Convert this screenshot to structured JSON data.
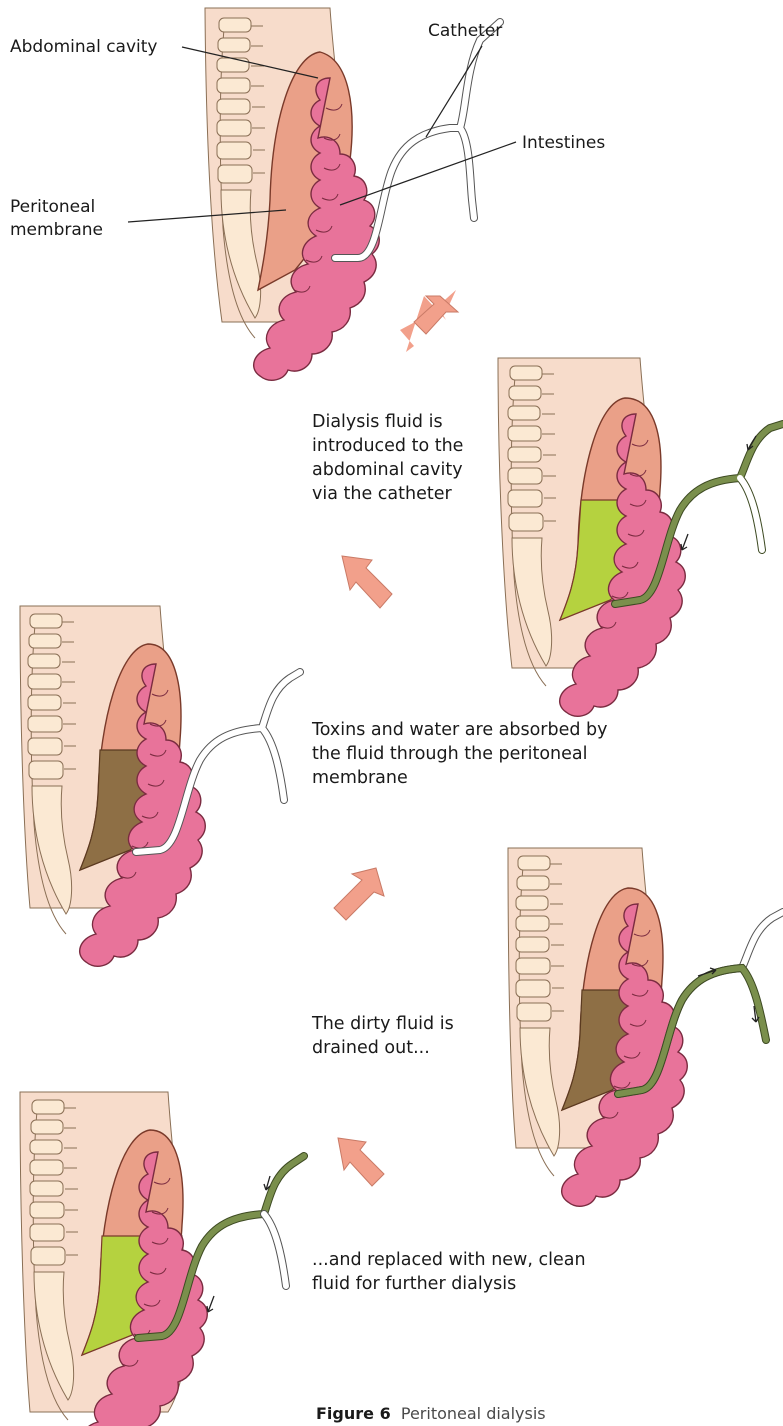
{
  "labels": {
    "abdominal_cavity": "Abdominal cavity",
    "catheter": "Catheter",
    "intestines": "Intestines",
    "peritoneal_membrane_1": "Peritoneal",
    "peritoneal_membrane_2": "membrane"
  },
  "steps": [
    {
      "id": "introduce",
      "lines": [
        "Dialysis fluid is",
        "introduced to the",
        "abdominal cavity",
        "via the catheter"
      ],
      "fluid": "clean"
    },
    {
      "id": "absorb",
      "lines": [
        "Toxins and water are absorbed by",
        "the fluid through the peritoneal",
        "membrane"
      ],
      "fluid": "dirty"
    },
    {
      "id": "drain",
      "lines": [
        "The dirty fluid is",
        "drained out..."
      ],
      "fluid": "dirty"
    },
    {
      "id": "replace",
      "lines": [
        "...and replaced with new, clean",
        "fluid for further dialysis"
      ],
      "fluid": "clean"
    }
  ],
  "figure": {
    "number": "Figure 6",
    "title": "Peritoneal dialysis"
  },
  "colors": {
    "skin": "#f7dccb",
    "cavity": "#eaa088",
    "intestine": "#e8739a",
    "clean_fluid": "#b5d23f",
    "dirty_fluid": "#8e6f45",
    "tube_green": "#7a8f4c",
    "arrow": "#f2a08b"
  }
}
